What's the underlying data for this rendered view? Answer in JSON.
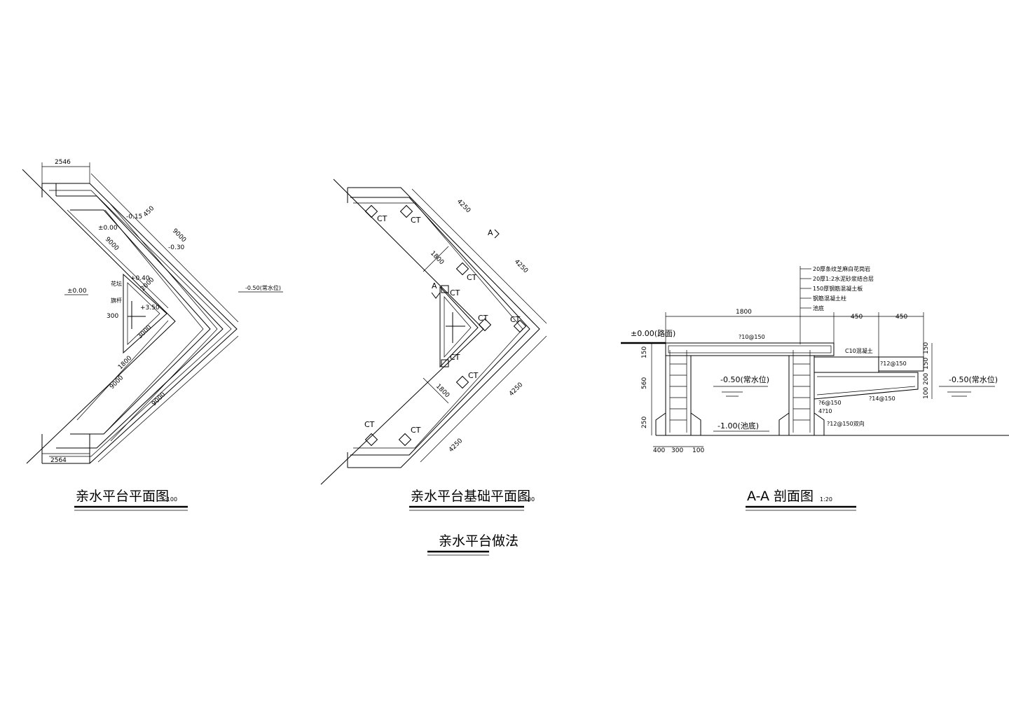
{
  "plan": {
    "title": "亲水平台平面图",
    "scale": "1:100",
    "dims": {
      "top_width": "2546",
      "bottom_width": "2564",
      "d9000a": "9000",
      "d9000b": "9000",
      "d9000c": "9000",
      "d9000d": "9000",
      "d450": "450",
      "d1800": "1800",
      "d2000": "2000",
      "d3000": "3000",
      "d300": "300"
    },
    "levels": {
      "zero_left": "±0.00",
      "zero_inner": "±0.00",
      "minus015": "-0.15",
      "minus030": "-0.30",
      "plus040": "+0.40",
      "plus350": "+3.50",
      "water": "-0.50(常水位)"
    },
    "notes": {
      "flower": "花坛",
      "flag": "旗杆"
    }
  },
  "foundation": {
    "title": "亲水平台基础平面图",
    "scale": "1:100",
    "section_mark": "A",
    "pier_label": "CT",
    "dims": {
      "d4250a": "4250",
      "d4250b": "4250",
      "d4250c": "4250",
      "d4250d": "4250",
      "d1800a": "1800",
      "d1800b": "1800"
    }
  },
  "section": {
    "title": "A-A 剖面图",
    "scale": "1:20",
    "layers": [
      "20厚条纹芝麻白花岗岩",
      "20厚1:2水泥砂浆结合层",
      "150厚钢筋混凝土板",
      "钢筋混凝土柱",
      "池底"
    ],
    "dims": {
      "span": "1800",
      "w450a": "450",
      "w450b": "450",
      "h150": "150",
      "h560": "560",
      "h250": "250",
      "r150a": "150",
      "r150b": "150",
      "r200": "200",
      "r100": "100",
      "b400": "400",
      "b300": "300",
      "b100": "100"
    },
    "labels": {
      "ground": "±0.00(路面)",
      "water_left": "-0.50(常水位)",
      "water_right": "-0.50(常水位)",
      "bottom": "-1.00(池底)",
      "c10": "C10混凝土",
      "bar1": "?10@150",
      "bar2": "?12@150",
      "bar3": "?14@150",
      "bar4": "?6@150",
      "bar5": "4?10",
      "bar6": "?12@150双向"
    }
  },
  "note_title": "亲水平台做法"
}
